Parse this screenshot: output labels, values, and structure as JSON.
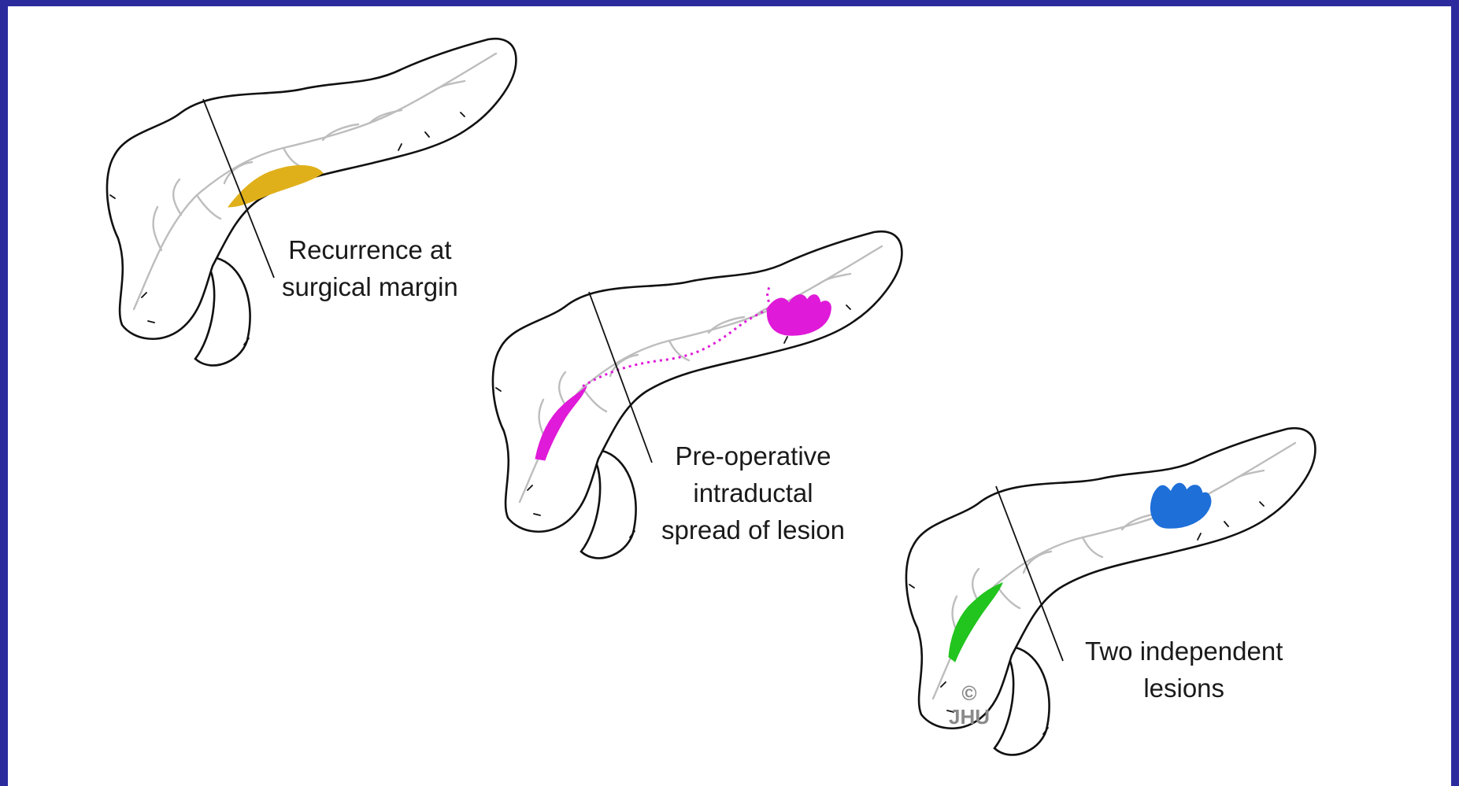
{
  "panels": [
    {
      "caption_lines": [
        "Recurrence at",
        "surgical margin"
      ],
      "lesion_color": "#e0b01a"
    },
    {
      "caption_lines": [
        "Pre-operative",
        "intraductal",
        "spread of lesion"
      ],
      "lesion_color": "#e01ad9"
    },
    {
      "caption_lines": [
        "Two independent",
        "lesions"
      ],
      "lesion_color": "#1e6fd8",
      "second_lesion_color": "#22c41e"
    }
  ],
  "copyright": {
    "symbol": "©",
    "text": "JHU"
  },
  "colors": {
    "border": "#2b2b9e",
    "background": "#ffffff",
    "outline": "#111111",
    "duct": "#bdbdbd"
  }
}
